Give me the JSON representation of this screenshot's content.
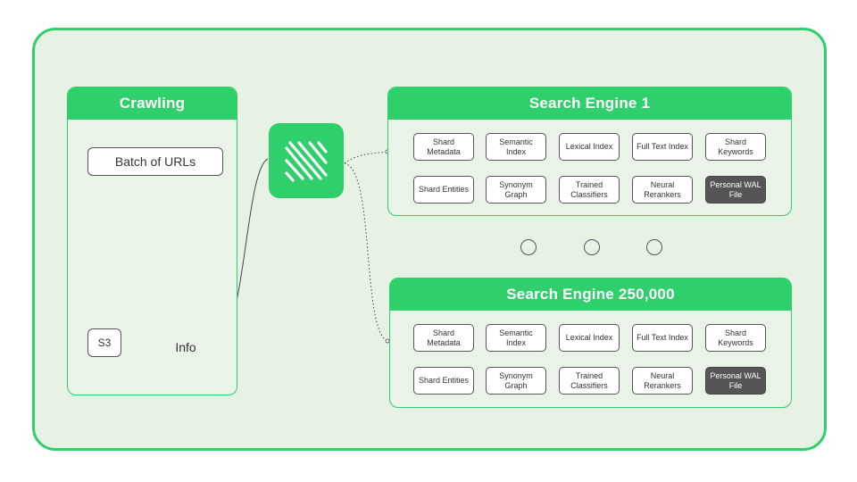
{
  "crawling": {
    "title": "Crawling",
    "batch_label": "Batch of URLs",
    "s3_label": "S3",
    "info_label": "Info"
  },
  "engines": [
    {
      "title": "Search Engine 1",
      "chips": [
        {
          "label": "Shard Metadata"
        },
        {
          "label": "Semantic Index"
        },
        {
          "label": "Lexical Index"
        },
        {
          "label": "Full Text Index"
        },
        {
          "label": "Shard Keywords"
        },
        {
          "label": "Shard Entities"
        },
        {
          "label": "Synonym Graph"
        },
        {
          "label": "Trained Classifiers"
        },
        {
          "label": "Neural Rerankers"
        },
        {
          "label": "Personal WAL File",
          "dark": true
        }
      ]
    },
    {
      "title": "Search Engine 250,000",
      "chips": [
        {
          "label": "Shard Metadata"
        },
        {
          "label": "Semantic Index"
        },
        {
          "label": "Lexical Index"
        },
        {
          "label": "Full Text Index"
        },
        {
          "label": "Shard Keywords"
        },
        {
          "label": "Shard Entities"
        },
        {
          "label": "Synonym Graph"
        },
        {
          "label": "Trained Classifiers"
        },
        {
          "label": "Neural Rerankers"
        },
        {
          "label": "Personal WAL File",
          "dark": true
        }
      ]
    }
  ],
  "logo_icon": "diagonal-lines-logo-icon",
  "ellipsis_icon": "three-circles-icon",
  "colors": {
    "accent": "#2fcf6c",
    "background": "#e7f2e5",
    "dark_chip": "#555555"
  }
}
